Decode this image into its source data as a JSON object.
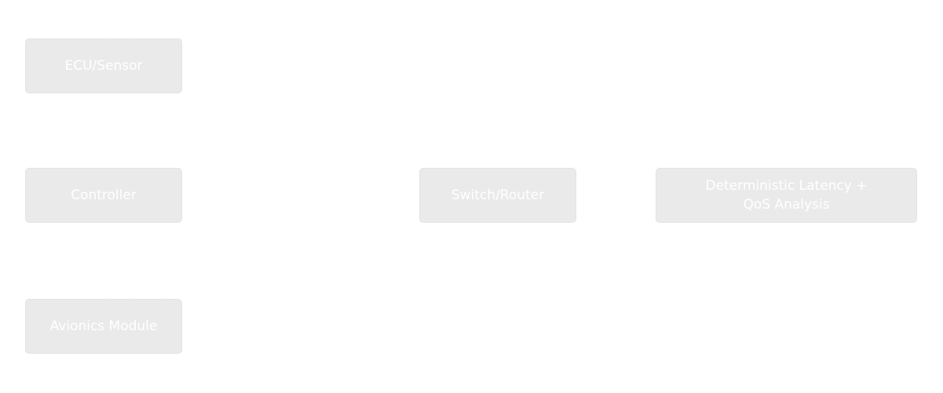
{
  "diagram": {
    "type": "flowchart",
    "nodes": [
      {
        "id": "ecu",
        "label": "ECU/Sensor"
      },
      {
        "id": "controller",
        "label": "Controller"
      },
      {
        "id": "avionics",
        "label": "Avionics Module"
      },
      {
        "id": "switch",
        "label": "Switch/Router"
      },
      {
        "id": "qos",
        "label": "Deterministic Latency +\nQoS Analysis"
      }
    ],
    "colors": {
      "node_fill": "#eaeaea",
      "node_border": "#dedede",
      "node_text": "#ffffff",
      "background": "#ffffff"
    }
  }
}
